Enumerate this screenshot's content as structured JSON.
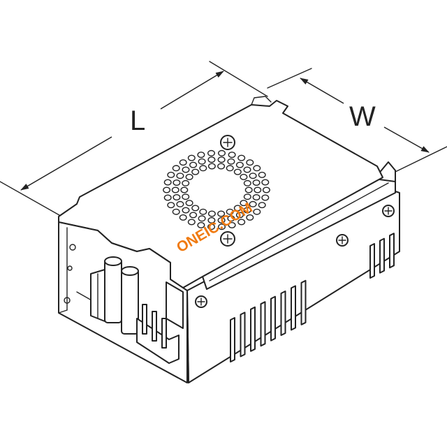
{
  "dimensions": {
    "length_label": "L",
    "width_label": "W"
  },
  "watermark": {
    "text": "ONEIC.COM",
    "color": "#f07a10"
  },
  "line_color": "#222222"
}
